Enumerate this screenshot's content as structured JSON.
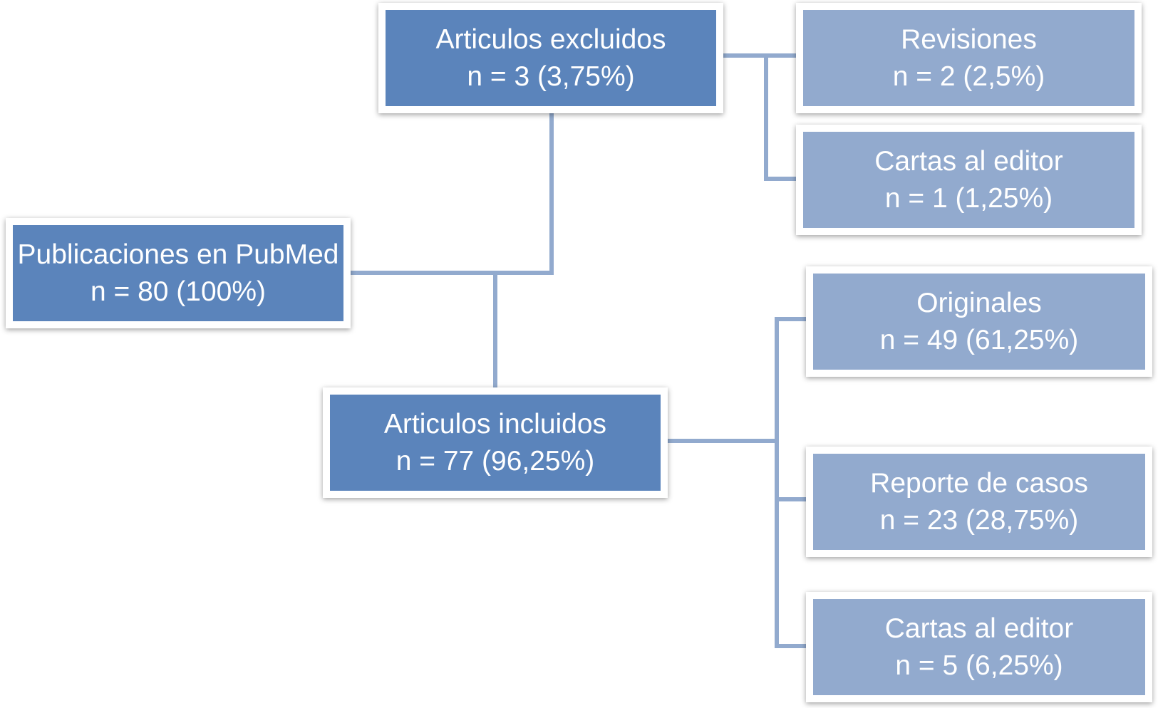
{
  "nodes": {
    "pubmed": {
      "title": "Publicaciones en PubMed",
      "count": "n = 80 (100%)"
    },
    "excluidos": {
      "title": "Articulos excluidos",
      "count": "n = 3 (3,75%)"
    },
    "incluidos": {
      "title": "Articulos incluidos",
      "count": "n = 77 (96,25%)"
    },
    "revisiones": {
      "title": "Revisiones",
      "count": "n = 2 (2,5%)"
    },
    "cartas_excluidos": {
      "title": "Cartas al editor",
      "count": "n = 1 (1,25%)"
    },
    "originales": {
      "title": "Originales",
      "count": "n = 49 (61,25%)"
    },
    "reporte": {
      "title": "Reporte de casos",
      "count": "n = 23 (28,75%)"
    },
    "cartas_incluidos": {
      "title": "Cartas al editor",
      "count": "n = 5 (6,25%)"
    }
  },
  "colors": {
    "primary_box": "#5b84bb",
    "secondary_box": "#92aace",
    "connector": "#92aace",
    "text": "#ffffff"
  }
}
